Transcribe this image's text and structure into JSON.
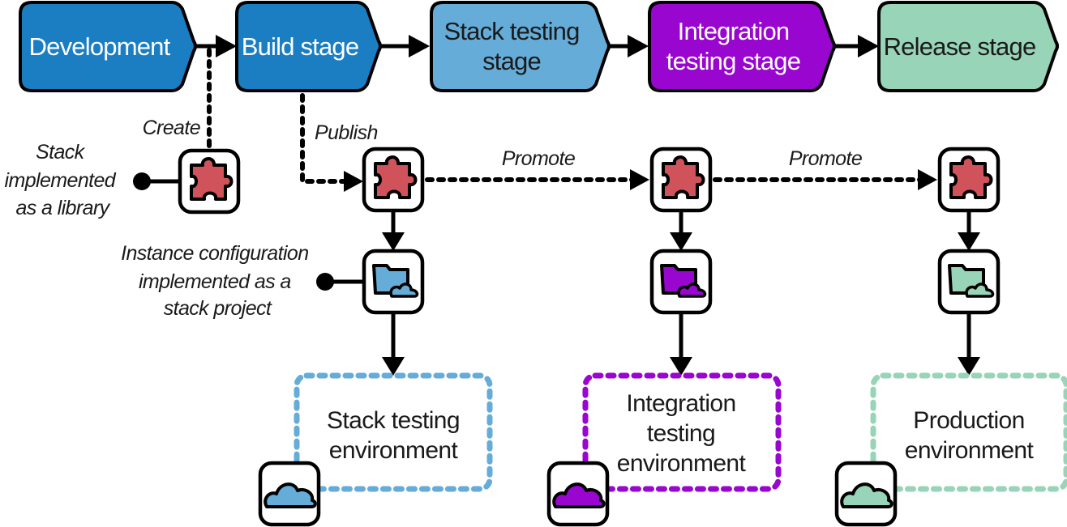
{
  "colors": {
    "dark_blue": "#1b7ec2",
    "light_blue": "#65acd8",
    "purple": "#9906cf",
    "mint": "#98d4b7",
    "puzzle_red": "#d0525a",
    "stroke": "#000000"
  },
  "stages": [
    {
      "id": "development",
      "lines": [
        "Development"
      ],
      "fill": "#1b7ec2",
      "text_color": "#ffffff"
    },
    {
      "id": "build",
      "lines": [
        "Build stage"
      ],
      "fill": "#1b7ec2",
      "text_color": "#ffffff"
    },
    {
      "id": "stack-testing",
      "lines": [
        "Stack testing",
        "stage"
      ],
      "fill": "#65acd8",
      "text_color": "#1a1a1a"
    },
    {
      "id": "integration-testing",
      "lines": [
        "Integration",
        "testing stage"
      ],
      "fill": "#9906cf",
      "text_color": "#ffffff"
    },
    {
      "id": "release",
      "lines": [
        "Release stage"
      ],
      "fill": "#98d4b7",
      "text_color": "#1a1a1a"
    }
  ],
  "edge_labels": {
    "create": "Create",
    "publish": "Publish",
    "promote_1": "Promote",
    "promote_2": "Promote"
  },
  "annotations": {
    "library": [
      "Stack",
      "implemented",
      "as a library"
    ],
    "instance_config": [
      "Instance configuration",
      "implemented as a",
      "stack project"
    ]
  },
  "environments": [
    {
      "id": "stack-testing-env",
      "lines": [
        "Stack testing",
        "environment"
      ],
      "color": "#65acd8"
    },
    {
      "id": "integration-testing-env",
      "lines": [
        "Integration",
        "testing",
        "environment"
      ],
      "color": "#9906cf"
    },
    {
      "id": "production-env",
      "lines": [
        "Production",
        "environment"
      ],
      "color": "#98d4b7"
    }
  ],
  "icons": {
    "library": "puzzle-piece-icon",
    "config": "folder-cloud-icon",
    "environment": "cloud-icon"
  }
}
